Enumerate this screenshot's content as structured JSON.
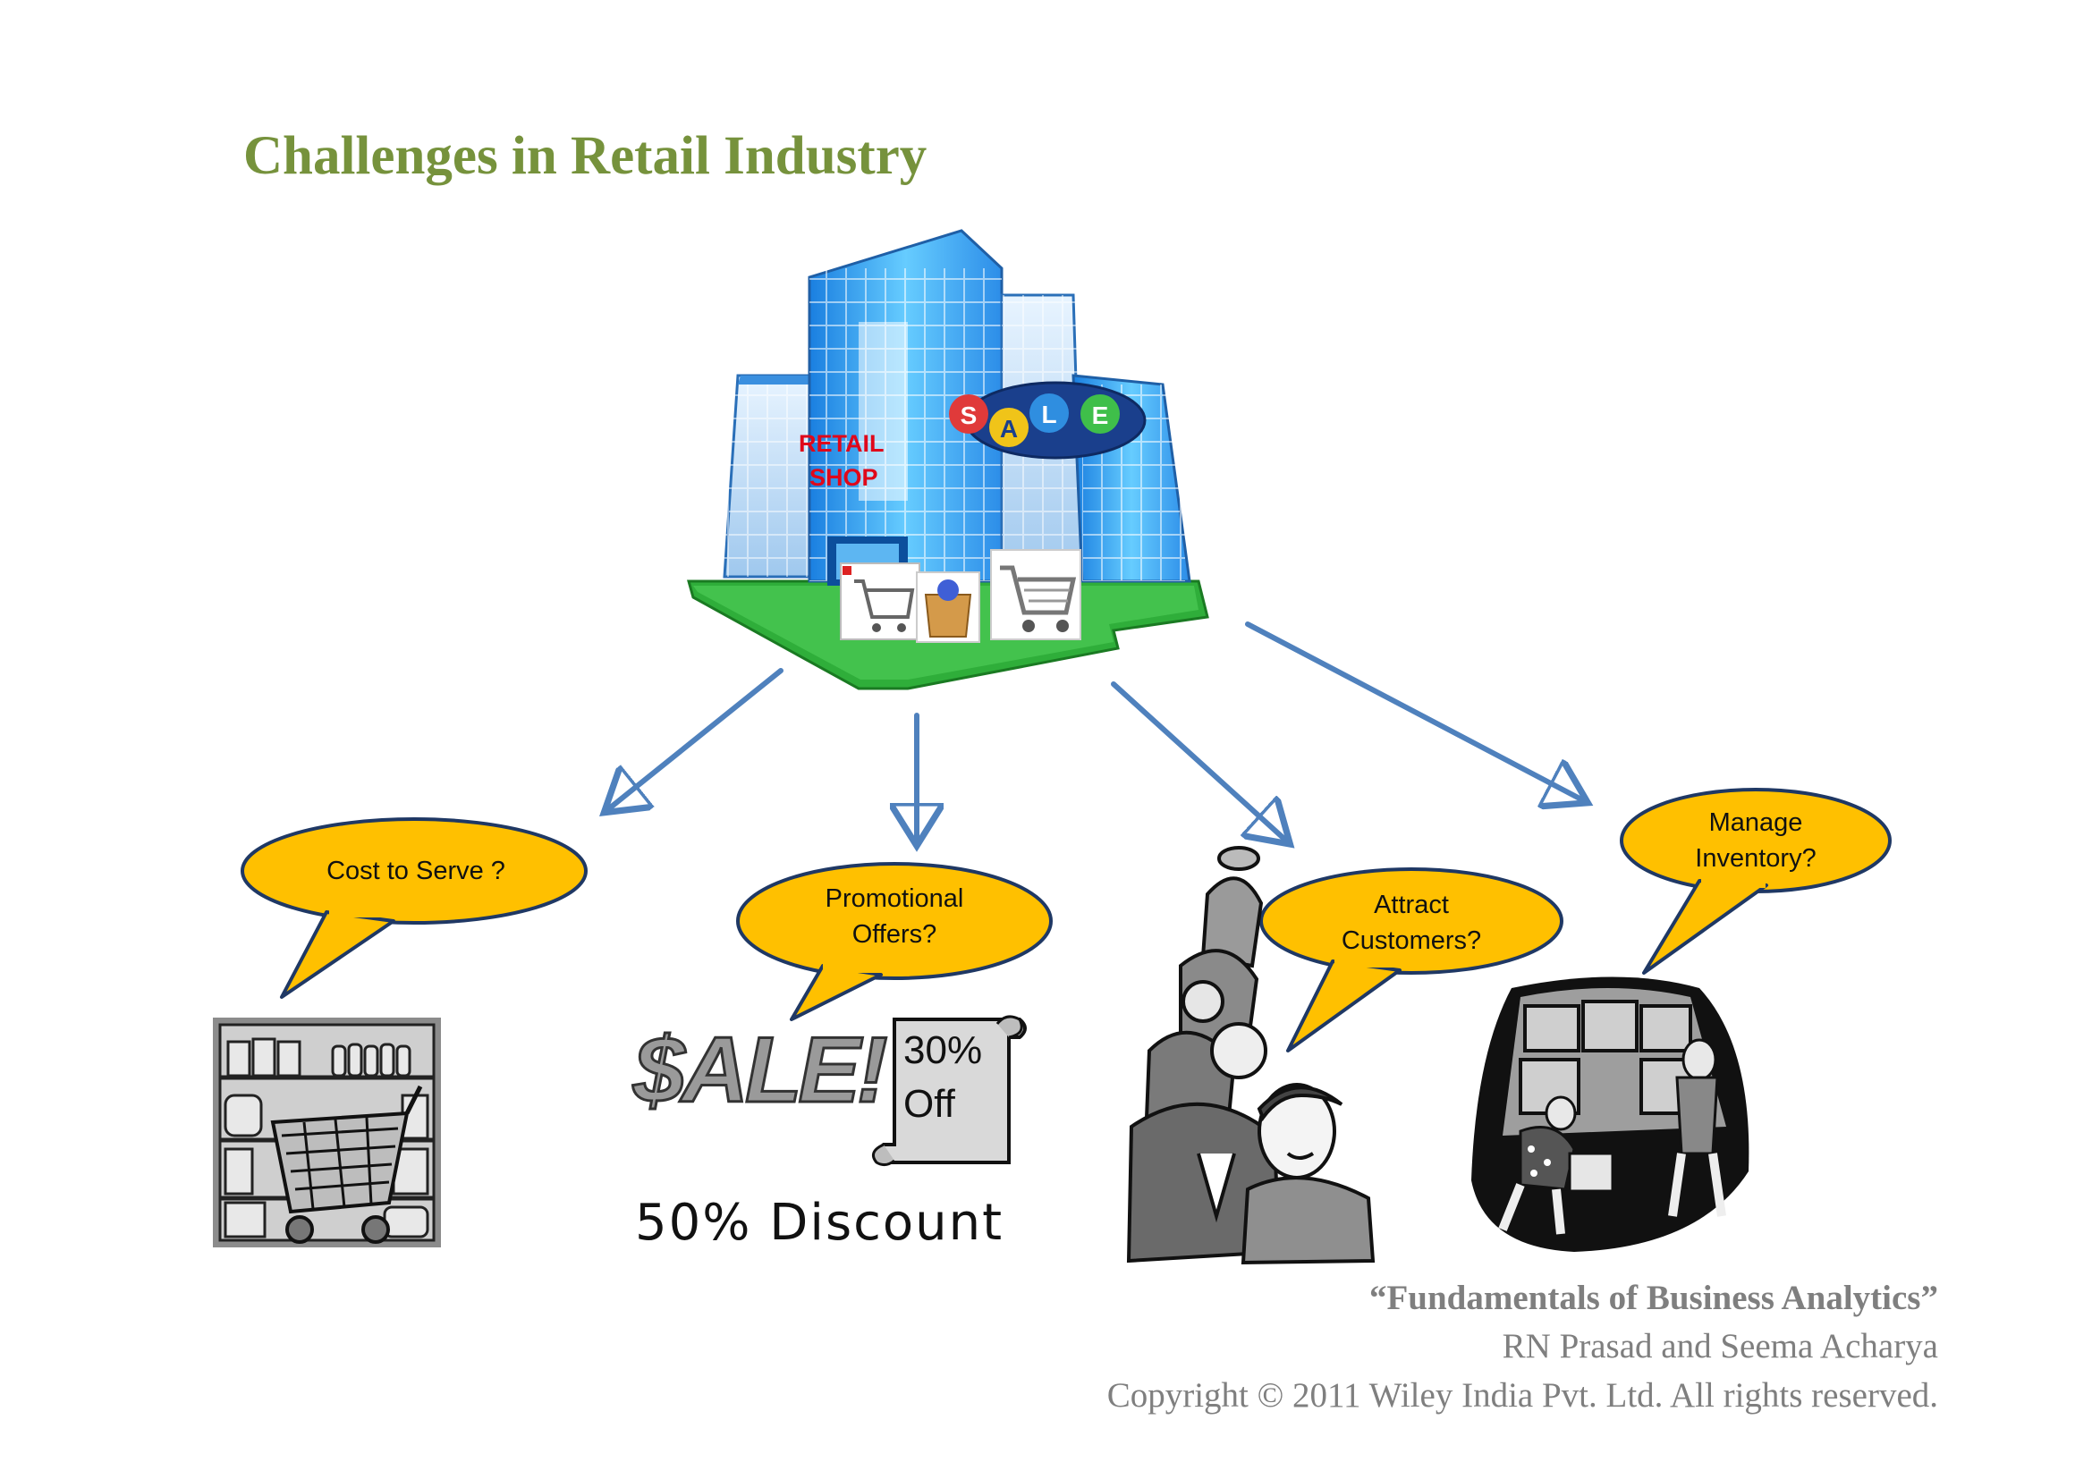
{
  "title": "Challenges in Retail Industry",
  "store": {
    "label_line1": "RETAIL",
    "label_line2": "SHOP",
    "sign_letters": [
      "S",
      "A",
      "L",
      "E"
    ]
  },
  "bubbles": {
    "cost": {
      "line1": "Cost to Serve ?"
    },
    "promo": {
      "line1": "Promotional",
      "line2": "Offers?"
    },
    "attract": {
      "line1": "Attract",
      "line2": "Customers?"
    },
    "inventory": {
      "line1": "Manage",
      "line2": "Inventory?"
    }
  },
  "promo_art": {
    "sale_graphic": "$ALE!",
    "scroll_line1": "30%",
    "scroll_line2": "Off",
    "discount": "50% Discount"
  },
  "credits": {
    "book": "“Fundamentals of Business Analytics”",
    "authors": "RN Prasad and Seema Acharya",
    "copyright": "Copyright © 2011 Wiley India Pvt. Ltd.  All rights reserved."
  },
  "colors": {
    "title": "#76923C",
    "bubble_fill": "#FFC000",
    "bubble_stroke": "#1F3864",
    "arrow": "#4F81BD",
    "retail_label": "#E0071A",
    "credits": "#7F7F7F"
  },
  "icons": [
    "building-icon",
    "sale-sign-icon",
    "shopping-cart-icon",
    "shopping-bag-icon",
    "store-shelves-icon",
    "customer-queue-icon",
    "warehouse-workers-icon",
    "scroll-icon"
  ]
}
